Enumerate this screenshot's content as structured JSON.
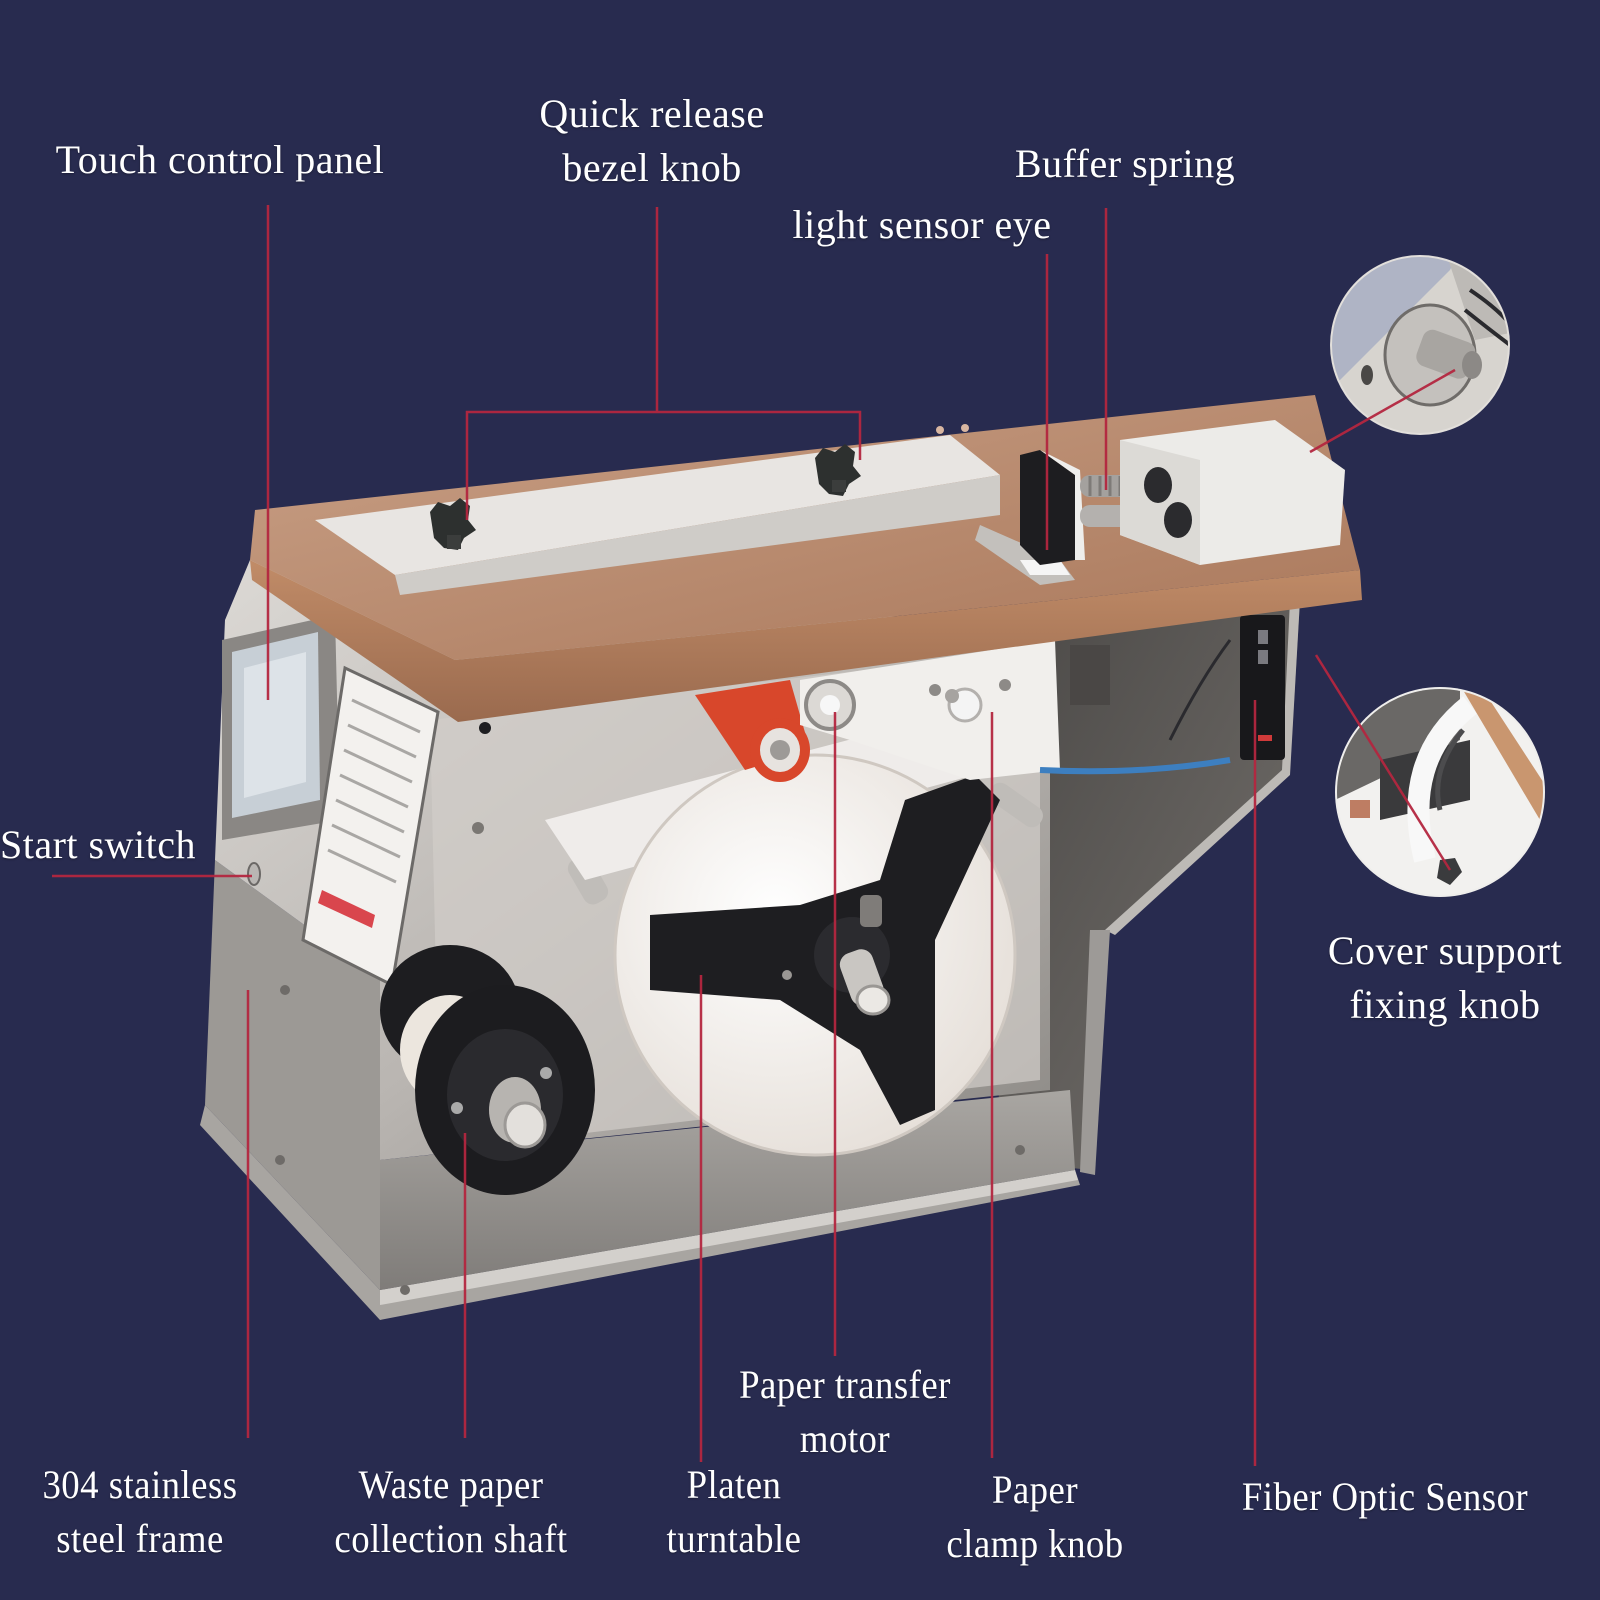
{
  "diagram": {
    "title": "Labeling machine component callouts",
    "background_color": "#282b4f",
    "leader_line_color": "#b3263f",
    "label_color": "#ffffff",
    "labels": {
      "touch_control_panel": {
        "lines": [
          "Touch control panel"
        ]
      },
      "quick_release_bezel_knob": {
        "lines": [
          "Quick release",
          "bezel knob"
        ]
      },
      "buffer_spring": {
        "lines": [
          "Buffer spring"
        ]
      },
      "light_sensor_eye": {
        "lines": [
          "light sensor eye"
        ]
      },
      "start_switch": {
        "lines": [
          "Start switch"
        ]
      },
      "cover_support_fixing_knob": {
        "lines": [
          "Cover support",
          "fixing knob"
        ]
      },
      "stainless_steel_frame": {
        "lines": [
          "304 stainless",
          "steel frame"
        ]
      },
      "waste_paper_collection_shaft": {
        "lines": [
          "Waste paper",
          "collection shaft"
        ]
      },
      "paper_transfer_motor": {
        "lines": [
          "Paper transfer",
          "motor"
        ]
      },
      "platen_turntable": {
        "lines": [
          "Platen",
          "turntable"
        ]
      },
      "paper_clamp_knob": {
        "lines": [
          "Paper",
          "clamp knob"
        ]
      },
      "fiber_optic_sensor": {
        "lines": [
          "Fiber Optic Sensor"
        ]
      }
    },
    "insets": [
      {
        "name": "buffer-spring-detail",
        "subject": "spring shaft close-up"
      },
      {
        "name": "cover-support-knob-detail",
        "subject": "cover support arm and knob close-up"
      }
    ],
    "colors": {
      "wood_top": "#b7876a",
      "steel": "#c9c6c2",
      "steel_dark": "#8f8c89",
      "roller_red": "#d4452a",
      "black_part": "#1f1f22",
      "paper_roll": "#f1ece6"
    }
  }
}
